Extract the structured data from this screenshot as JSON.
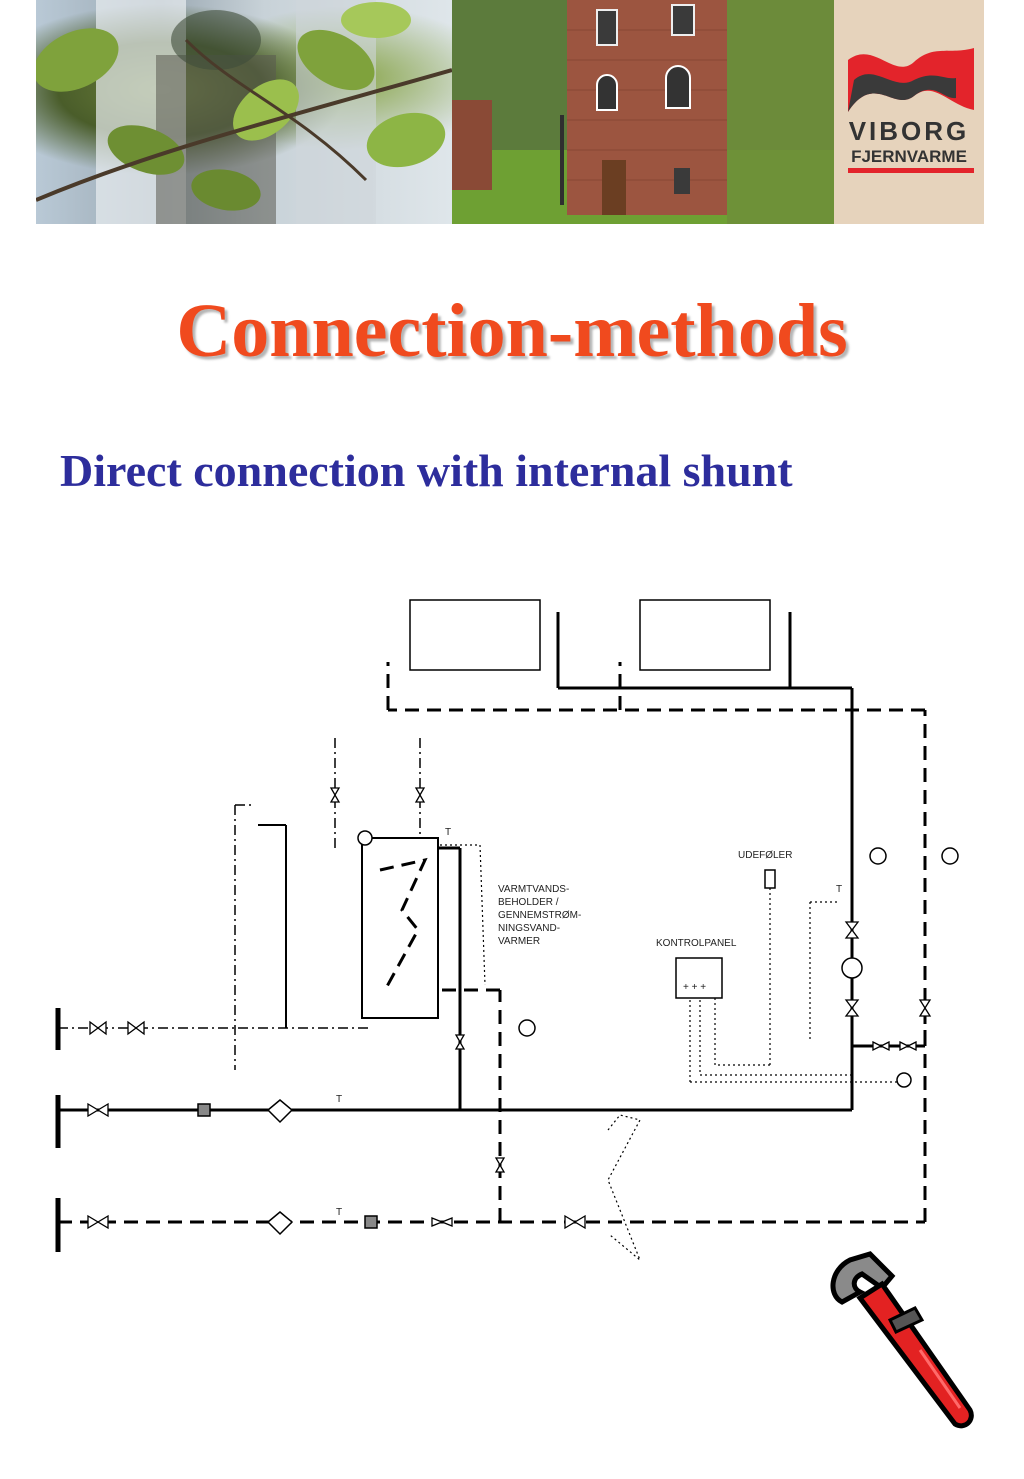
{
  "header": {
    "logo": {
      "line1": "VIBORG",
      "line2": "FJERNVARME",
      "brand_color": "#e3242b",
      "dark_color": "#3a3a3a"
    }
  },
  "title": "Connection-methods",
  "subtitle": "Direct connection with internal shunt",
  "colors": {
    "title": "#f04a1e",
    "subtitle": "#2d2d9c"
  },
  "diagram": {
    "labels": {
      "tank": [
        "VARMTVANDS-",
        "BEHOLDER /",
        "GENNEMSTRØM-",
        "NINGSVAND-",
        "VARMER"
      ],
      "sensor": "UDEFØLER",
      "control": "KONTROLPANEL",
      "control_symbols": "+ + +",
      "t_marks": [
        "T",
        "T",
        "T",
        "T"
      ]
    }
  },
  "icons": {
    "wrench": "pipe-wrench-icon",
    "gauge": "pressure-gauge-icon"
  }
}
